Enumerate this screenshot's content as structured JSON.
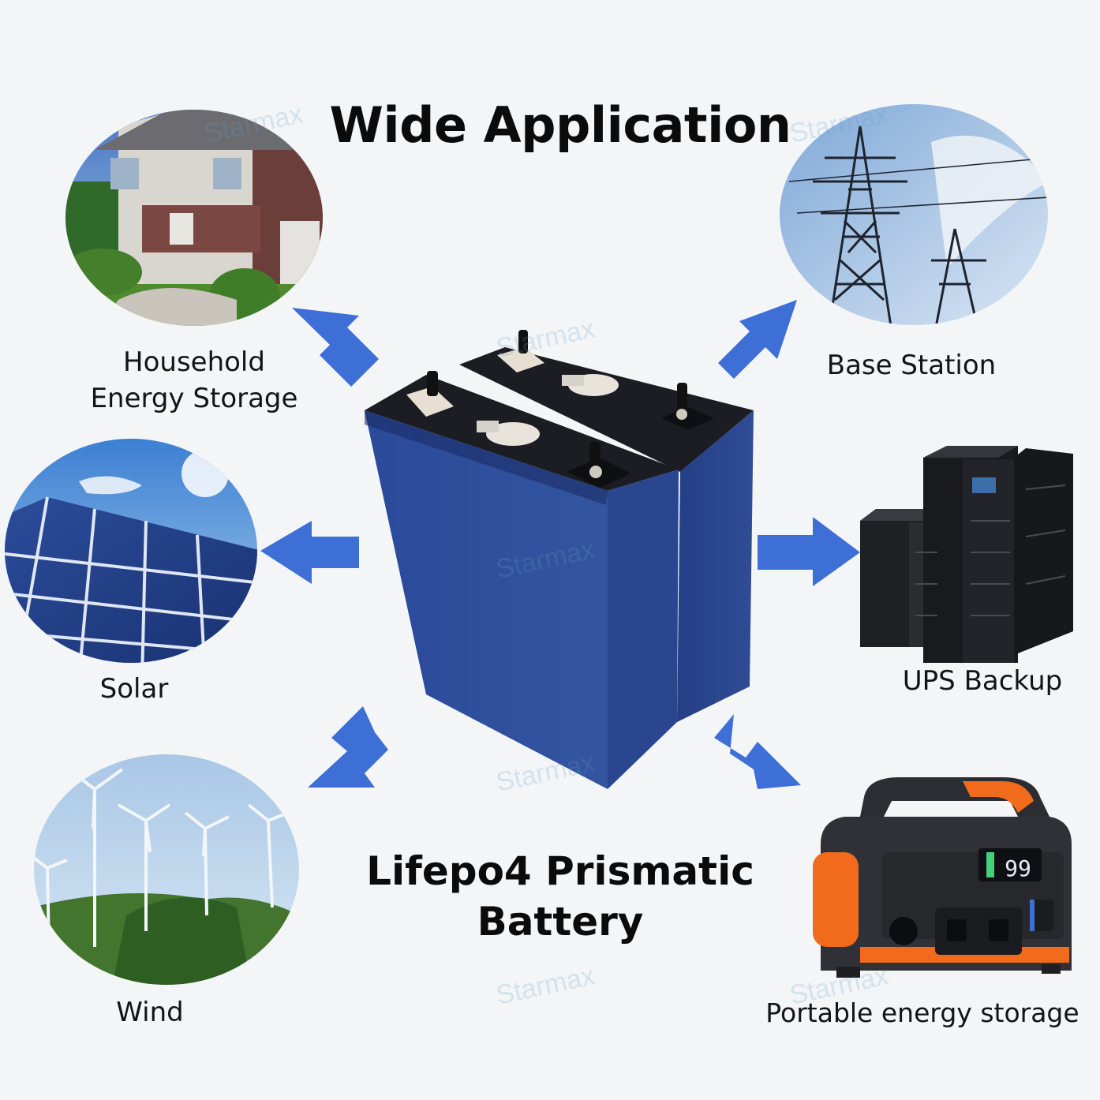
{
  "title": "Wide Application",
  "product_name": "Lifepo4 Prismatic Battery",
  "watermark": "Starmax",
  "applications": [
    {
      "label": "Household Energy Storage"
    },
    {
      "label": "Base Station"
    },
    {
      "label": "Solar"
    },
    {
      "label": "UPS Backup"
    },
    {
      "label": "Wind"
    },
    {
      "label": "Portable energy storage"
    }
  ],
  "power_station_display": "99",
  "colors": {
    "arrow": "#3d6fd6",
    "battery_body": "#2f4f9e",
    "battery_top": "#1c1d22",
    "accent_orange": "#f26a1b"
  }
}
